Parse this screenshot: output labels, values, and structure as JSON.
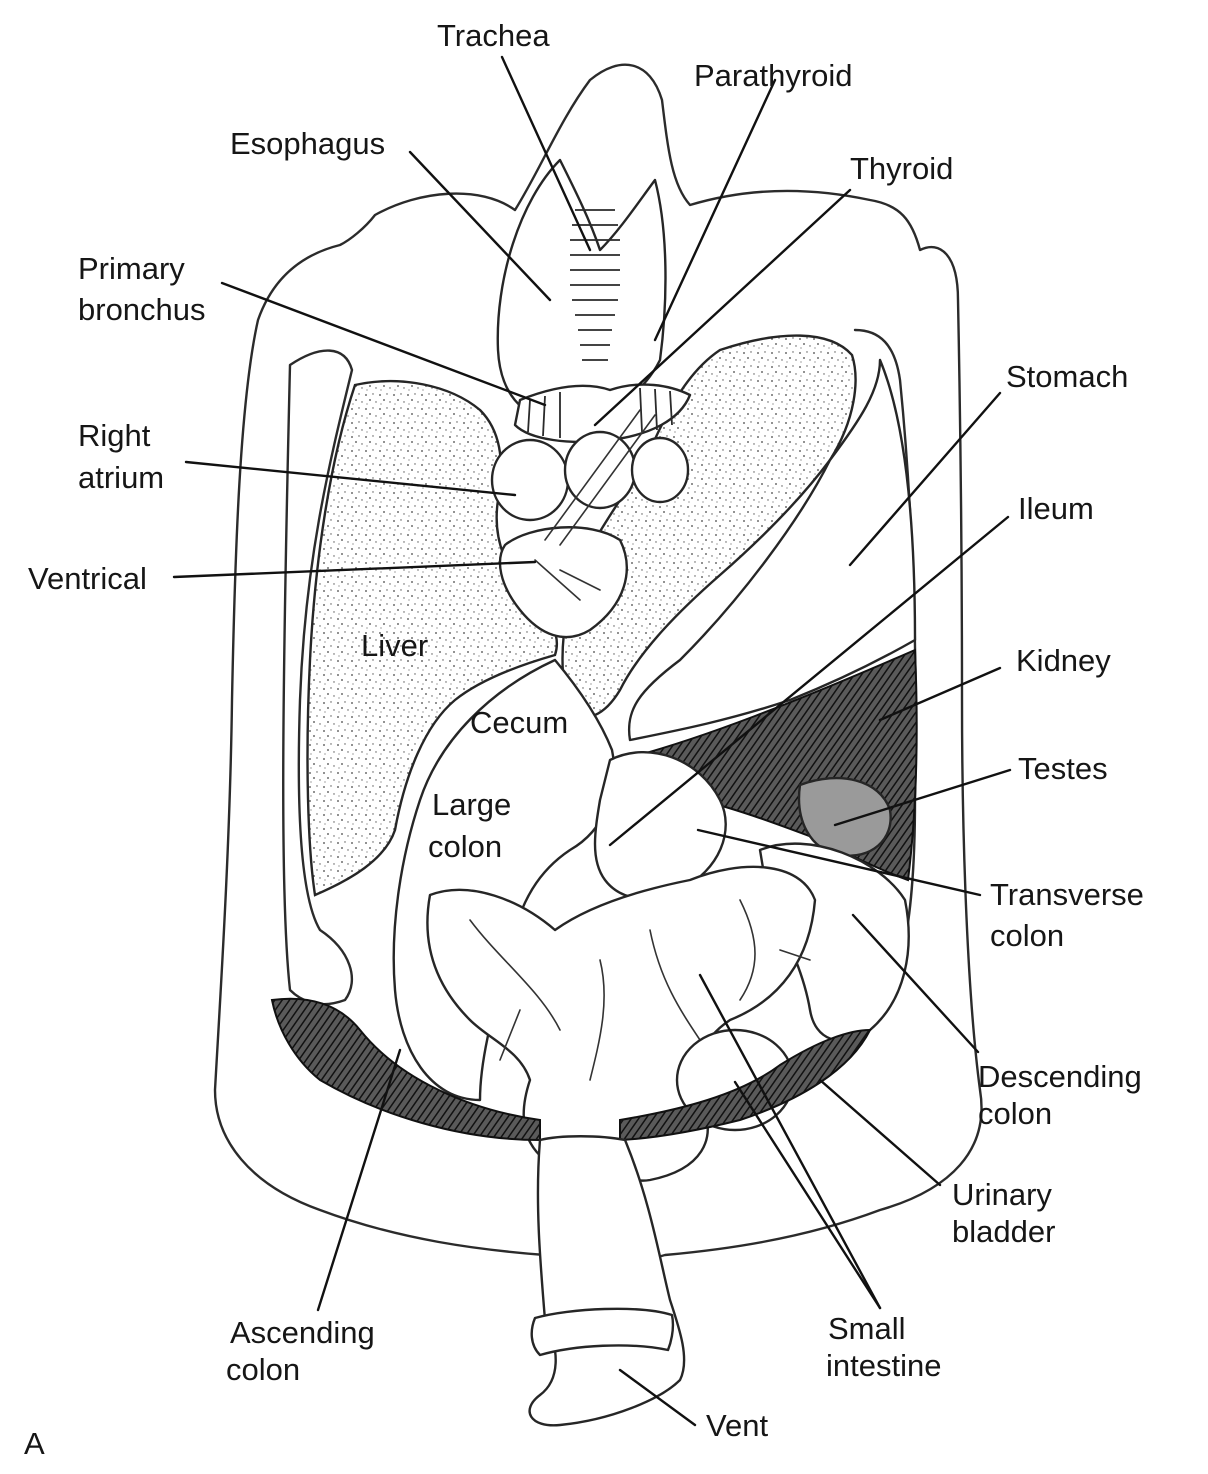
{
  "figure_letter": "A",
  "labels": {
    "trachea": "Trachea",
    "parathyroid": "Parathyroid",
    "esophagus": "Esophagus",
    "thyroid": "Thyroid",
    "primary_bronchus": [
      "Primary",
      "bronchus"
    ],
    "stomach": "Stomach",
    "right_atrium": [
      "Right",
      "atrium"
    ],
    "ileum": "Ileum",
    "ventrical": "Ventrical",
    "liver": "Liver",
    "kidney": "Kidney",
    "cecum": "Cecum",
    "testes": "Testes",
    "large_colon": [
      "Large",
      "colon"
    ],
    "transverse_colon": [
      "Transverse",
      "colon"
    ],
    "descending_colon": [
      "Descending",
      "colon"
    ],
    "urinary_bladder": [
      "Urinary",
      "bladder"
    ],
    "ascending_colon": [
      "Ascending",
      "colon"
    ],
    "small_intestine": [
      "Small",
      "intestine"
    ],
    "vent": "Vent"
  }
}
